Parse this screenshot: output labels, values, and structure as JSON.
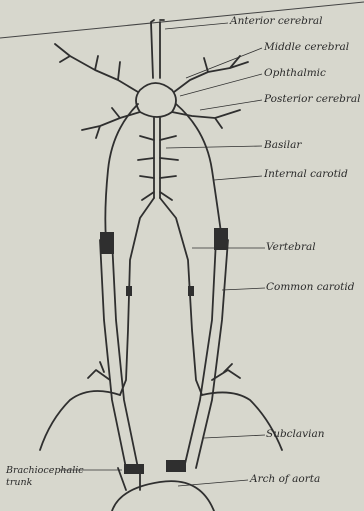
{
  "diagram": {
    "labels": {
      "anterior_cerebral": "Anterior cerebral",
      "middle_cerebral": "Middle cerebral",
      "ophthalmic": "Ophthalmic",
      "posterior_cerebral": "Posterior cerebral",
      "basilar": "Basilar",
      "internal_carotid": "Internal carotid",
      "vertebral": "Vertebral",
      "common_carotid": "Common carotid",
      "subclavian": "Subclavian",
      "brachiocephalic_line1": "Brachiocephalic",
      "brachiocephalic_line2": "trunk",
      "arch_of_aorta": "Arch of aorta"
    },
    "colors": {
      "background": "#d7d7cd",
      "ink": "#2a2a2a",
      "vessel_fill": "#e3e3da"
    }
  }
}
